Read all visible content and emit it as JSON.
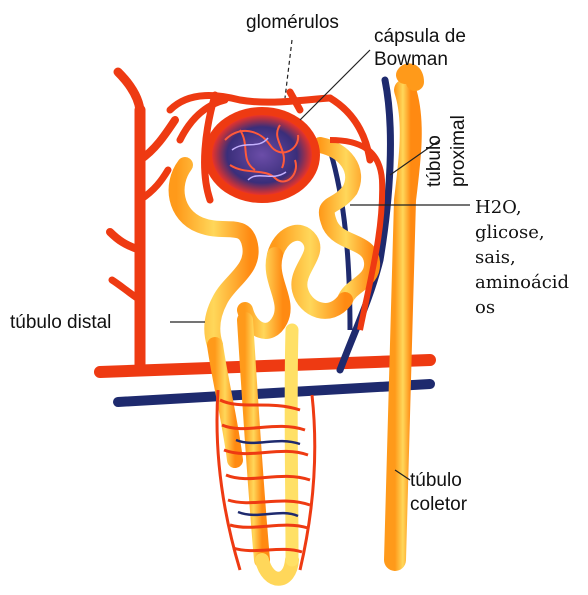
{
  "labels": {
    "glomerulos": "glomérulos",
    "capsula_line1": "cápsula de",
    "capsula_line2": "Bowman",
    "tubulo_proximal_line1": "túbulo",
    "tubulo_proximal_line2": "proximal",
    "tubulo_distal": "túbulo distal",
    "tubulo_coletor_line1": "túbulo",
    "tubulo_coletor_line2": "coletor",
    "reabsorption": [
      "H2O,",
      "glicose,",
      "sais,",
      "aminoácid",
      "os"
    ]
  },
  "colors": {
    "artery": "#ee3a12",
    "tubule": "#f7b23a",
    "tubule_light": "#ffd75a",
    "vein": "#1e2a6e",
    "capsule_inner": "#3a2e7a"
  }
}
